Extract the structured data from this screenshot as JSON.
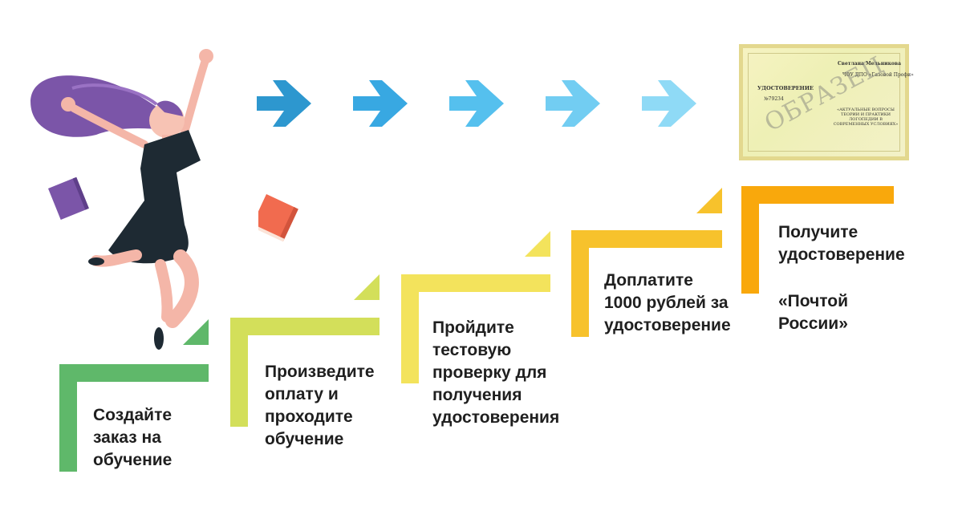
{
  "steps": [
    {
      "text": "Создайте\nзаказ на\nобучение",
      "color": "#5fb86a"
    },
    {
      "text": "Произведите\nоплату и\nпроходите\nобучение",
      "color": "#d3df5a"
    },
    {
      "text": "Пройдите\nтестовую\nпроверку для\nполучения\nудостоверения",
      "color": "#f3e35c"
    },
    {
      "text": "Доплатите\n1000 рублей за\nудостоверение",
      "color": "#f7c22c"
    },
    {
      "text": "Получите\nудостоверение",
      "text2": "«Почтой\nРоссии»",
      "color": "#f9a80c"
    }
  ],
  "arrows": [
    {
      "color": "#2d97cf"
    },
    {
      "color": "#38a8e2"
    },
    {
      "color": "#55c0ee"
    },
    {
      "color": "#72cdf2"
    },
    {
      "color": "#8fdaf6"
    }
  ],
  "certificate": {
    "title": "УДОСТОВЕРЕНИЕ",
    "number": "№79234",
    "name": "Светлана Мельникова",
    "org": "ЧОУ ДПО «Газовой Профи»",
    "course": "«АКТУАЛЬНЫЕ ВОПРОСЫ ТЕОРИИ И ПРАКТИКИ ЛОГОПЕДИИ В СОВРЕМЕННЫХ УСЛОВИЯХ»",
    "watermark": "ОБРАЗЕЦ"
  }
}
